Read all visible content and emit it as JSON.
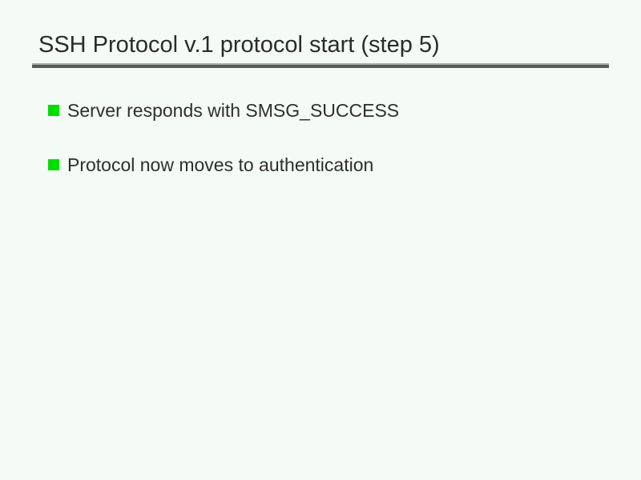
{
  "slide": {
    "title": "SSH Protocol v.1 protocol start (step 5)",
    "bullets": [
      {
        "text": "Server responds with SMSG_SUCCESS"
      },
      {
        "text": "Protocol now moves to authentication"
      }
    ]
  },
  "colors": {
    "background": "#F4FAF5",
    "title_text": "#2B2B2B",
    "body_text": "#2E2E2E",
    "bullet_green": "#00DD00",
    "rule_light": "#A9B0A9",
    "rule_dark": "#585C58"
  }
}
